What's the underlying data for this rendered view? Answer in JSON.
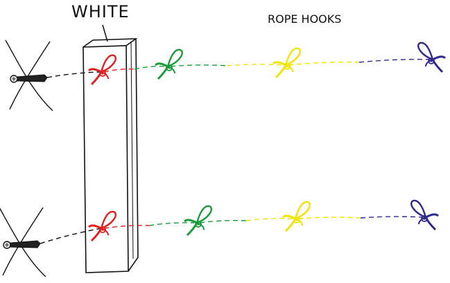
{
  "labels": {
    "board": "WHITE",
    "hooks": "ROPE HOOKS"
  },
  "colors": {
    "ink": "#111111",
    "red": "#e02020",
    "green": "#1a9a3a",
    "yellow": "#f2e400",
    "navy": "#2e2a8c"
  },
  "rows": [
    {
      "name": "top-row",
      "anchor": "screw-anchor",
      "hooks": [
        "red",
        "green",
        "yellow",
        "navy"
      ]
    },
    {
      "name": "bottom-row",
      "anchor": "screw-anchor",
      "hooks": [
        "red",
        "green",
        "yellow",
        "navy"
      ]
    }
  ]
}
